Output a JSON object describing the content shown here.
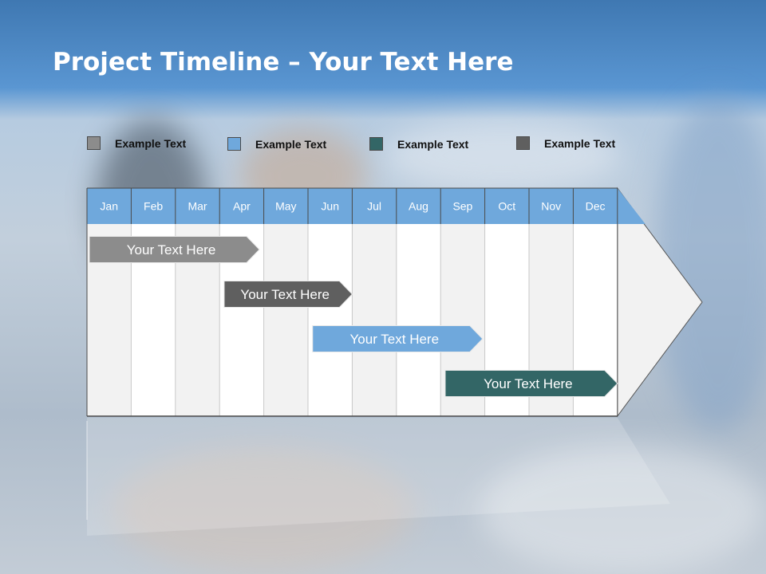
{
  "title": {
    "bold": "Project Timeline",
    "rest": " – Your Text Here"
  },
  "legend": [
    {
      "label": "Example Text",
      "color": "#8c8c8c"
    },
    {
      "label": "Example Text",
      "color": "#6fa8dc"
    },
    {
      "label": "Example Text",
      "color": "#336666"
    },
    {
      "label": "Example Text",
      "color": "#5f5f5f"
    }
  ],
  "chart_data": {
    "type": "gantt",
    "months": [
      "Jan",
      "Feb",
      "Mar",
      "Apr",
      "May",
      "Jun",
      "Jul",
      "Aug",
      "Sep",
      "Oct",
      "Nov",
      "Dec"
    ],
    "tasks": [
      {
        "label": "Your  Text Here",
        "start": 1,
        "end": 4.9,
        "color": "#8c8c8c",
        "text_color": "#ffffff"
      },
      {
        "label": "Your  Text Here",
        "start": 4.05,
        "end": 7,
        "color": "#5f5f5f",
        "text_color": "#ffffff"
      },
      {
        "label": "Your  Text Here",
        "start": 6.05,
        "end": 9.95,
        "color": "#6fa8dc",
        "text_color": "#ffffff"
      },
      {
        "label": "Your  Text Here",
        "start": 9.05,
        "end": 13,
        "color": "#336666",
        "text_color": "#ffffff"
      }
    ],
    "colors": {
      "header": "#6fa8dc",
      "header_text": "#ffffff",
      "column_alt": "#f2f2f2",
      "column": "#ffffff"
    }
  }
}
